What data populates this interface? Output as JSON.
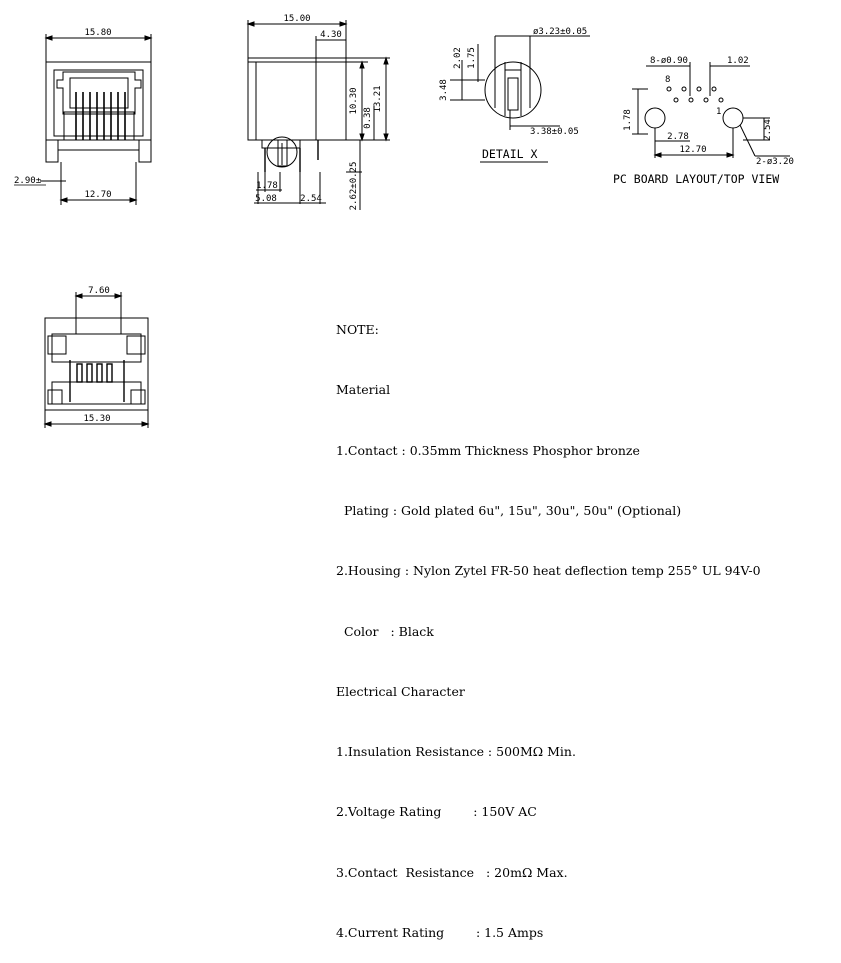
{
  "front_view": {
    "width_top": "15.80",
    "width_bottom": "12.70",
    "offset_left": "2.90",
    "offset_suffix": "±"
  },
  "side_view": {
    "length": "15.00",
    "depth": "4.30",
    "height_inner": "10.30",
    "height_total": "13.21",
    "gap": "0.38",
    "pin_length": "2.62±0.25",
    "pin_pitch_a": "1.78",
    "pin_offset": "5.08",
    "pin_pitch_b": "2.54"
  },
  "detail": {
    "diameter": "ø3.23±0.05",
    "dim_a": "2.02",
    "dim_b": "1.75",
    "dim_c": "3.48",
    "width": "3.38±0.05",
    "caption": "DETAIL X"
  },
  "pcb_layout": {
    "holes": "8-ø0.90",
    "pitch": "1.02",
    "pin_first": "8",
    "pin_last": "1",
    "row_gap": "1.78",
    "offset": "2.78",
    "span": "12.70",
    "post_offset": "2.54",
    "posts": "2-ø3.20",
    "caption": "PC BOARD LAYOUT/TOP VIEW"
  },
  "bottom_view": {
    "width_top": "7.60",
    "width_bottom": "15.30"
  },
  "notes": [
    "NOTE:",
    "Material",
    "1.Contact : 0.35mm Thickness Phosphor bronze",
    "  Plating : Gold plated 6u\", 15u\", 30u\", 50u\" (Optional)",
    "2.Housing : Nylon Zytel FR-50 heat deflection temp 255° UL 94V-0",
    "  Color   : Black",
    "Electrical Character",
    "1.Insulation Resistance : 500MΩ Min.",
    "2.Voltage Rating        : 150V AC",
    "3.Contact  Resistance   : 20mΩ Max.",
    "4.Current Rating        : 1.5 Amps"
  ]
}
